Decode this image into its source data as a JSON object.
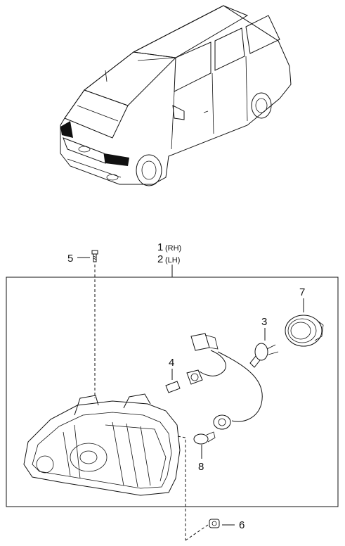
{
  "callouts": {
    "c1": "1",
    "c1_side": "(RH)",
    "c2": "2",
    "c2_side": "(LH)",
    "c3": "3",
    "c4": "4",
    "c5": "5",
    "c6": "6",
    "c7": "7",
    "c8": "8"
  }
}
